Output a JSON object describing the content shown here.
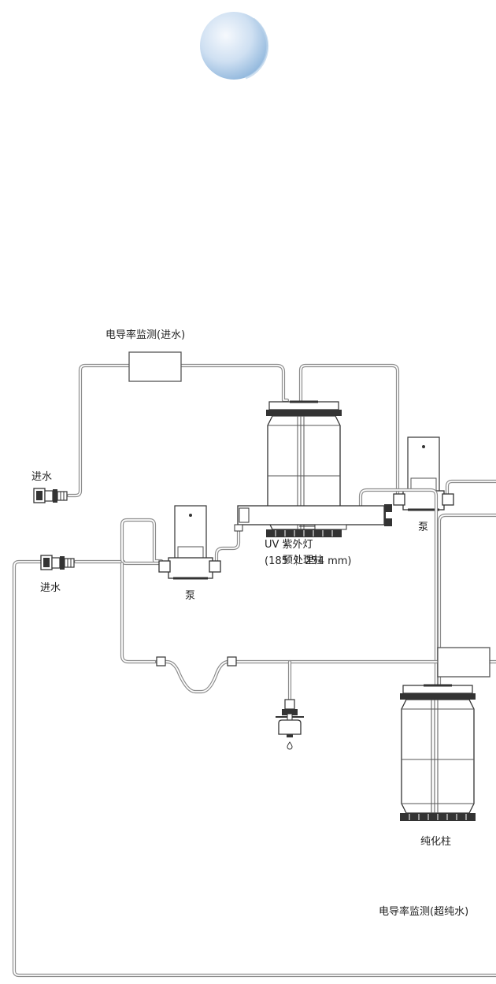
{
  "labels": {
    "conductivity_in": "电导率监测(进水)",
    "inlet_top": "进水",
    "pump_top": "泵",
    "pretreatment": "预处理柱",
    "uv_line1": "UV 紫外灯",
    "uv_line2": "(185 ｜ 254 mm)",
    "pump_bottom": "泵",
    "inlet_bottom": "进水",
    "purification": "纯化柱",
    "conductivity_out": "电导率监测(超纯水)"
  },
  "colors": {
    "pipe": "#8c8c8c",
    "sphere_light": "#e8f1fa",
    "sphere_dark": "#9cc0e2"
  },
  "icons": [
    "sphere-icon",
    "inlet-connector-icon",
    "pump-icon",
    "cartridge-icon",
    "uv-lamp-icon",
    "dispense-valve-icon"
  ]
}
